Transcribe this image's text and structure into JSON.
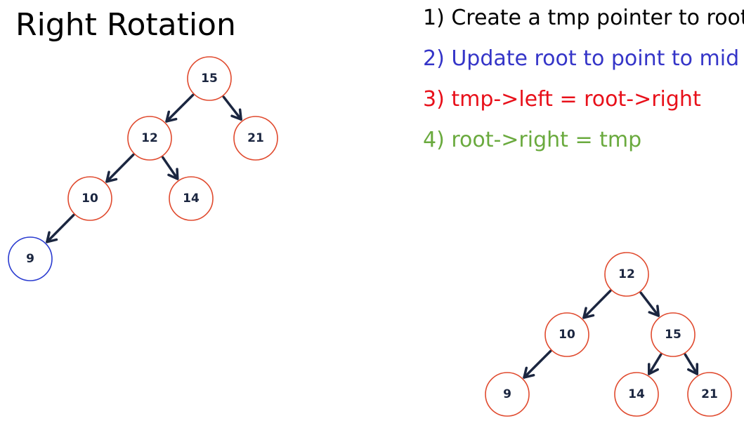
{
  "title": "Right Rotation",
  "steps": [
    {
      "text": "1) Create a tmp pointer to root",
      "color": "#000000"
    },
    {
      "text": "2) Update root to point to mid",
      "color": "#3535c8"
    },
    {
      "text": "3) tmp->left = root->right",
      "color": "#e8101a"
    },
    {
      "text": "4) root->right = tmp",
      "color": "#6aaa3e"
    }
  ],
  "trees": {
    "before": {
      "nodes": [
        {
          "id": "b15",
          "label": "15",
          "color": "#e04a2e"
        },
        {
          "id": "b12",
          "label": "12",
          "color": "#e04a2e"
        },
        {
          "id": "b21",
          "label": "21",
          "color": "#e04a2e"
        },
        {
          "id": "b10",
          "label": "10",
          "color": "#e04a2e"
        },
        {
          "id": "b14",
          "label": "14",
          "color": "#e04a2e"
        },
        {
          "id": "b9",
          "label": "9",
          "color": "#2a3bd0"
        }
      ],
      "edges": [
        {
          "from": "b15",
          "to": "b12"
        },
        {
          "from": "b15",
          "to": "b21"
        },
        {
          "from": "b12",
          "to": "b10"
        },
        {
          "from": "b12",
          "to": "b14"
        },
        {
          "from": "b10",
          "to": "b9"
        }
      ]
    },
    "after": {
      "nodes": [
        {
          "id": "a12",
          "label": "12",
          "color": "#e04a2e"
        },
        {
          "id": "a10",
          "label": "10",
          "color": "#e04a2e"
        },
        {
          "id": "a15",
          "label": "15",
          "color": "#e04a2e"
        },
        {
          "id": "a9",
          "label": "9",
          "color": "#e04a2e"
        },
        {
          "id": "a14",
          "label": "14",
          "color": "#e04a2e"
        },
        {
          "id": "a21",
          "label": "21",
          "color": "#e04a2e"
        }
      ],
      "edges": [
        {
          "from": "a12",
          "to": "a10"
        },
        {
          "from": "a12",
          "to": "a15"
        },
        {
          "from": "a10",
          "to": "a9"
        },
        {
          "from": "a15",
          "to": "a14"
        },
        {
          "from": "a15",
          "to": "a21"
        }
      ]
    }
  },
  "edge_color": "#1b2640"
}
